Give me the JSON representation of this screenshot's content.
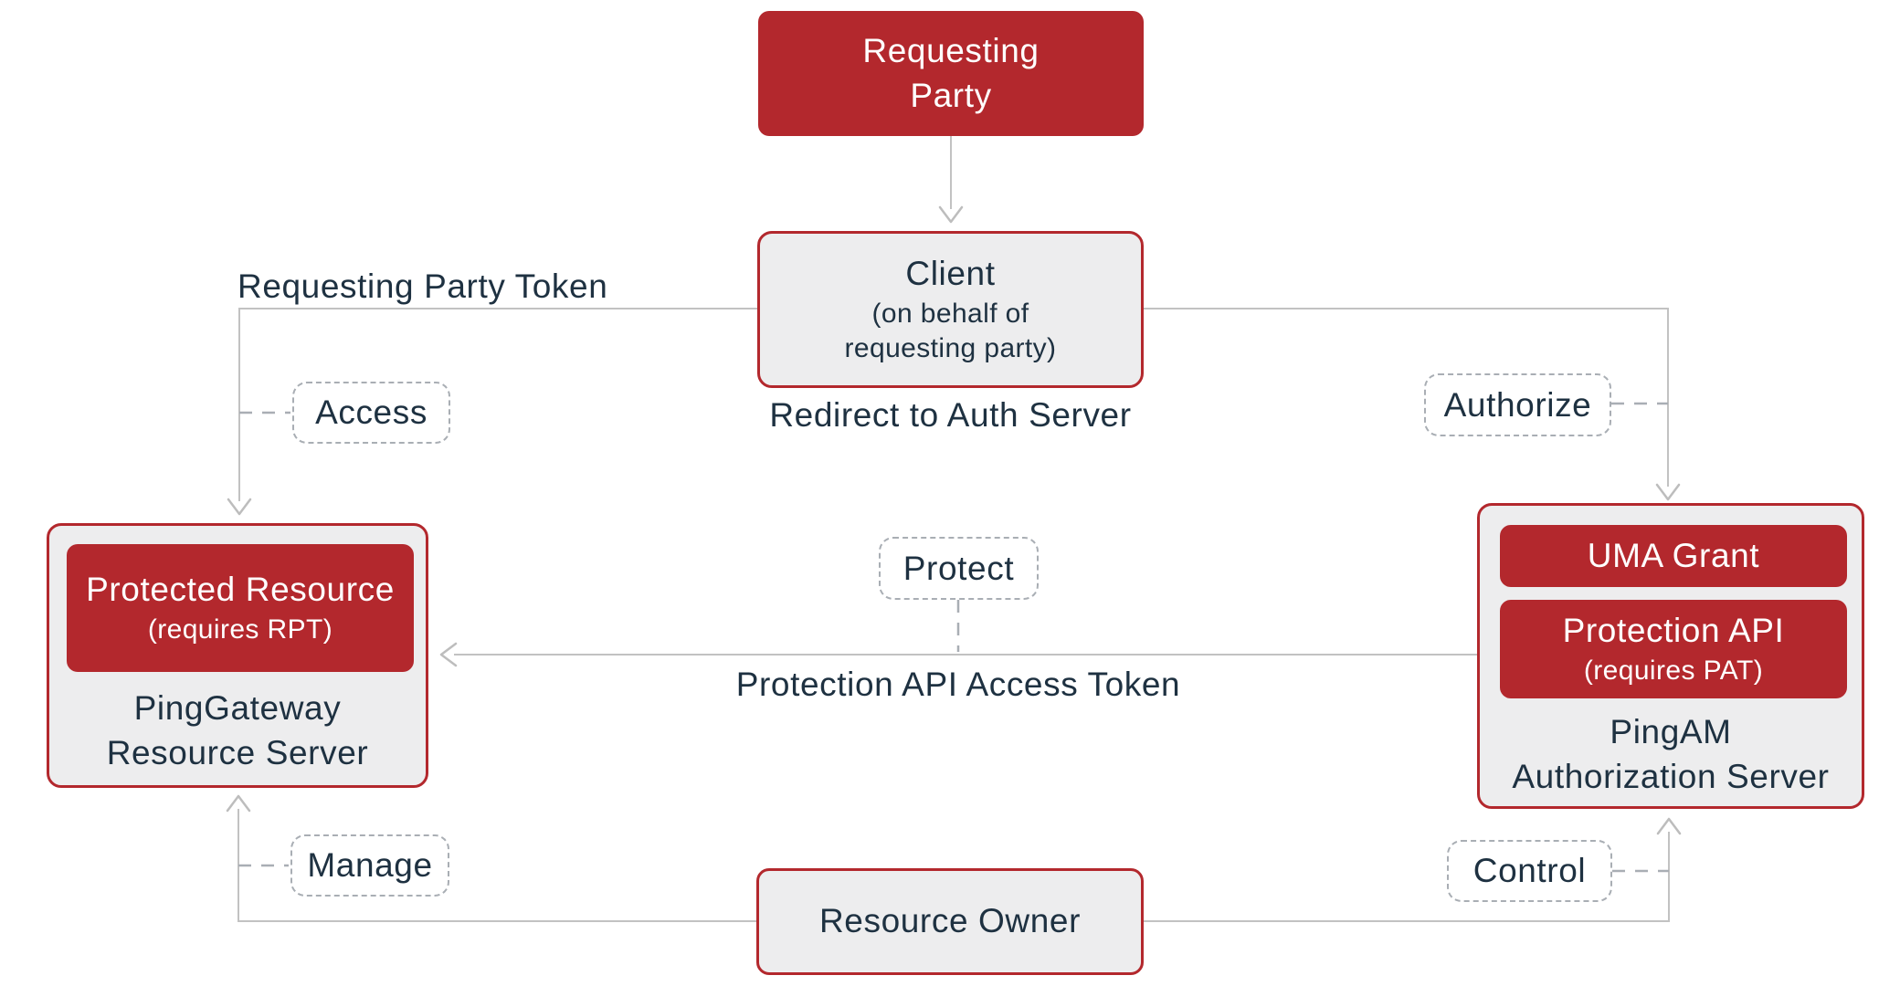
{
  "colors": {
    "accent_red": "#B3282D",
    "box_fill": "#EDEDEE",
    "text_dark": "#1E3141",
    "line_gray": "#C2C2C2",
    "dash_gray": "#A9AEB4",
    "white_text": "#FFFFFF"
  },
  "nodes": {
    "requesting_party": {
      "lines": [
        "Requesting",
        "Party"
      ]
    },
    "client": {
      "title": "Client",
      "subtitle_lines": [
        "(on behalf of",
        "requesting party)"
      ]
    },
    "protected_resource": {
      "title": "Protected Resource",
      "subtitle": "(requires RPT)"
    },
    "pinggateway": {
      "lines": [
        "PingGateway",
        "Resource Server"
      ]
    },
    "uma_grant": {
      "title": "UMA Grant"
    },
    "protection_api": {
      "title": "Protection API",
      "subtitle": "(requires PAT)"
    },
    "pingam": {
      "lines": [
        "PingAM",
        "Authorization Server"
      ]
    },
    "resource_owner": {
      "title": "Resource Owner"
    }
  },
  "edge_labels": {
    "requesting_party_token": "Requesting Party Token",
    "redirect_to_auth_server": "Redirect to Auth Server",
    "protection_api_access_token": "Protection API Access Token"
  },
  "action_tags": {
    "access": "Access",
    "authorize": "Authorize",
    "protect": "Protect",
    "manage": "Manage",
    "control": "Control"
  }
}
